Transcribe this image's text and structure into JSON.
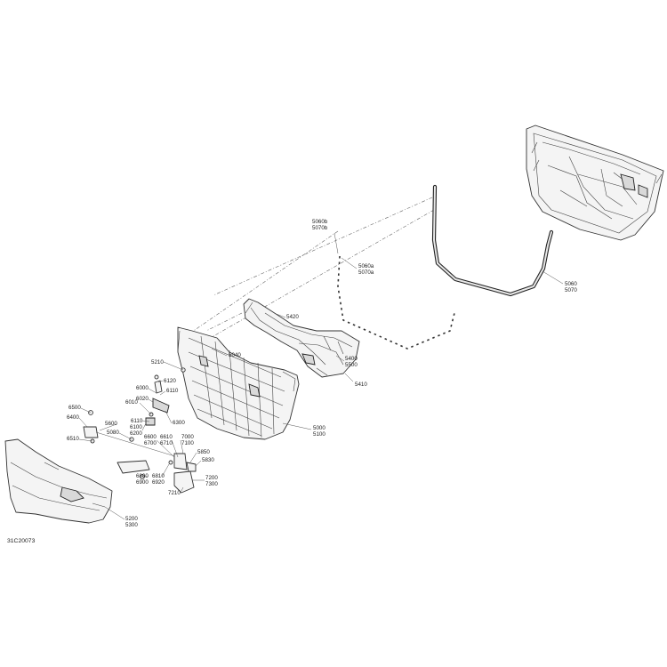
{
  "reference_code": "31C20073",
  "labels": {
    "l5060b": [
      "5060b",
      "5070b"
    ],
    "l5060a": [
      "5060a",
      "5070a"
    ],
    "l5060": [
      "5060",
      "5070"
    ],
    "l5420": [
      "5420"
    ],
    "l5400": [
      "5400",
      "5500"
    ],
    "l5410": [
      "5410"
    ],
    "l5040": [
      "5040"
    ],
    "l5210": [
      "5210"
    ],
    "l6120": [
      "6120"
    ],
    "l6000": [
      "6000"
    ],
    "l6110a": [
      "6110"
    ],
    "l6020": [
      "6020"
    ],
    "l6010": [
      "6010"
    ],
    "l6500": [
      "6500"
    ],
    "l6110b": [
      "6110"
    ],
    "l6300": [
      "6300"
    ],
    "l6400": [
      "6400"
    ],
    "l5600": [
      "5600"
    ],
    "l5080": [
      "5080"
    ],
    "l6100": [
      "6100",
      "6200"
    ],
    "l6510": [
      "6510"
    ],
    "l6600": [
      "6600",
      "6700"
    ],
    "l6610": [
      "6610",
      "6710"
    ],
    "l7000": [
      "7000",
      "7100"
    ],
    "l5850": [
      "5850"
    ],
    "l5830": [
      "5830"
    ],
    "l6800": [
      "6800",
      "6900"
    ],
    "l6810": [
      "6810",
      "6920"
    ],
    "l7200": [
      "7200",
      "7300"
    ],
    "l7210": [
      "7210"
    ],
    "l5000": [
      "5000",
      "5100"
    ],
    "l5200": [
      "5200",
      "5300"
    ]
  }
}
